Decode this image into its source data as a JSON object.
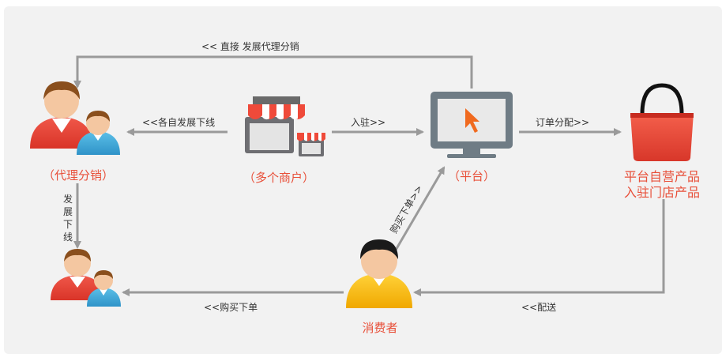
{
  "nodes": {
    "distribution_label": "（代理分销）",
    "merchants_label": "（多个商户）",
    "platform_label": "（平台）",
    "products_label_line1": "平台自营产品",
    "products_label_line2": "入驻门店产品",
    "consumer_label": "消费者"
  },
  "edges": {
    "direct_distribution": "<<  直接 发展代理分销",
    "develop_downline": "<<各自发展下线",
    "settle_in": "入驻>>",
    "order_dispatch": "订单分配>>",
    "buy_order_diag": "购买下单>>",
    "downline_vertical": "发展下线",
    "buy_order_bottom": "<<购买下单",
    "delivery": "<<配送"
  },
  "colors": {
    "accent_red": "#e8503a",
    "line_gray": "#9a9a9a",
    "panel_bg": "#f2f2f2"
  }
}
